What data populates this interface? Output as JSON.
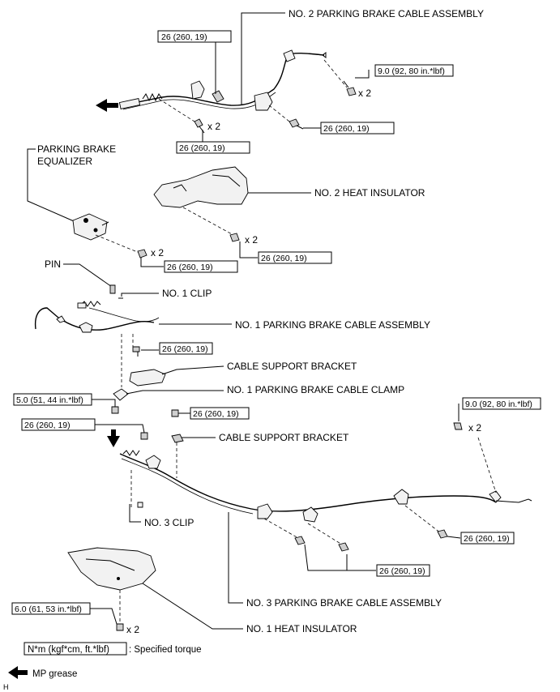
{
  "labels": {
    "no2_cable": "NO. 2 PARKING BRAKE CABLE ASSEMBLY",
    "equalizer_line1": "PARKING BRAKE",
    "equalizer_line2": "EQUALIZER",
    "no2_heat": "NO. 2 HEAT INSULATOR",
    "pin": "PIN",
    "no1_clip": "NO. 1 CLIP",
    "no1_cable": "NO. 1 PARKING BRAKE CABLE ASSEMBLY",
    "cable_support_1": "CABLE SUPPORT BRACKET",
    "no1_clamp": "NO. 1 PARKING BRAKE CABLE CLAMP",
    "cable_support_2": "CABLE SUPPORT BRACKET",
    "no3_clip": "NO. 3 CLIP",
    "no3_cable": "NO. 3 PARKING BRAKE CABLE ASSEMBLY",
    "no1_heat": "NO. 1 HEAT INSULATOR"
  },
  "torques": {
    "t26": "26 (260, 19)",
    "t9": "9.0 (92, 80 in.*lbf)",
    "t5": "5.0 (51, 44 in.*lbf)",
    "t6": "6.0 (61, 53 in.*lbf)"
  },
  "qty": "x 2",
  "legend": {
    "unit": "N*m (kgf*cm, ft.*lbf)",
    "unit_desc": ": Specified torque",
    "grease": "MP grease",
    "mark": "H"
  }
}
